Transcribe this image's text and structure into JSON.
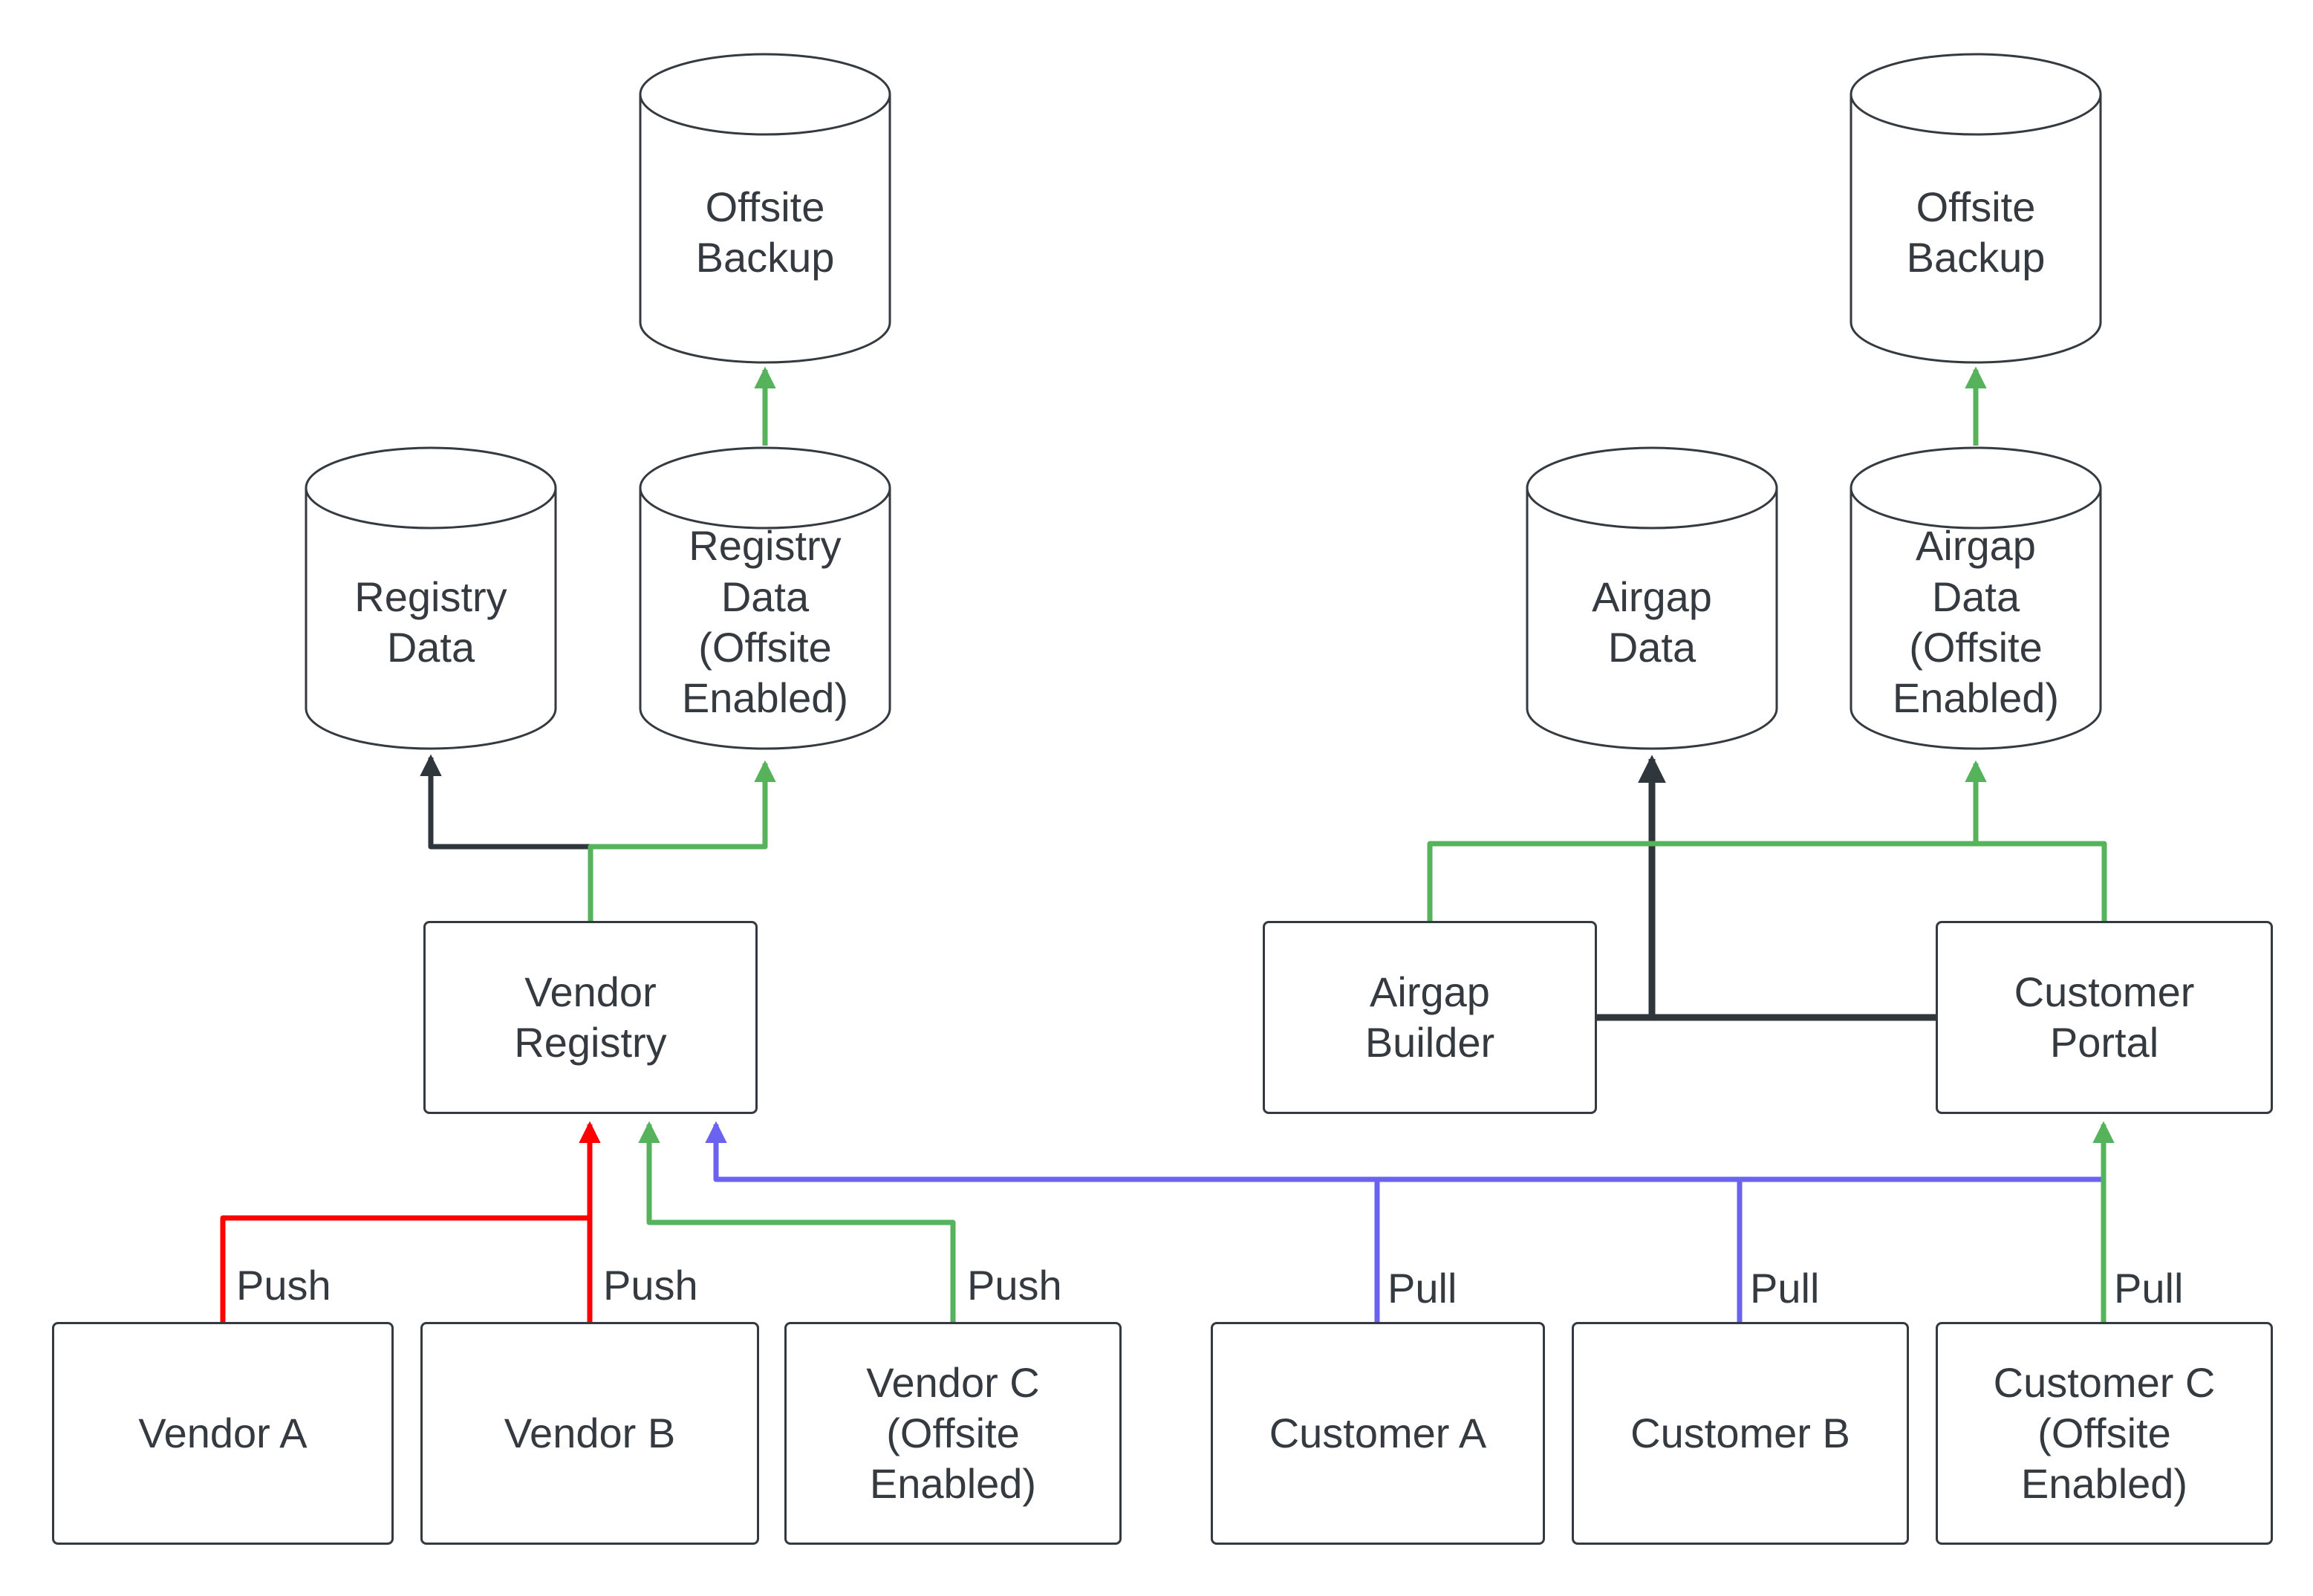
{
  "colors": {
    "stroke_dark": "#2f363c",
    "node_border": "#343a40",
    "text": "#343a40",
    "push_red": "#ff0000",
    "offsite_green": "#56b35c",
    "pull_blue": "#6a63f0",
    "background": "#ffffff"
  },
  "nodes": {
    "offsite_backup_left": {
      "label": "Offsite\nBackup"
    },
    "registry_data": {
      "label": "Registry\nData"
    },
    "registry_data_offsite": {
      "label": "Registry\nData\n(Offsite\nEnabled)"
    },
    "vendor_registry": {
      "label": "Vendor\nRegistry"
    },
    "vendor_a": {
      "label": "Vendor A"
    },
    "vendor_b": {
      "label": "Vendor B"
    },
    "vendor_c": {
      "label": "Vendor C\n(Offsite\nEnabled)"
    },
    "offsite_backup_right": {
      "label": "Offsite\nBackup"
    },
    "airgap_data": {
      "label": "Airgap\nData"
    },
    "airgap_data_offsite": {
      "label": "Airgap\nData\n(Offsite\nEnabled)"
    },
    "airgap_builder": {
      "label": "Airgap\nBuilder"
    },
    "customer_portal": {
      "label": "Customer\nPortal"
    },
    "customer_a": {
      "label": "Customer A"
    },
    "customer_b": {
      "label": "Customer B"
    },
    "customer_c": {
      "label": "Customer C\n(Offsite\nEnabled)"
    }
  },
  "edge_labels": {
    "push_vendor_a": "Push",
    "push_vendor_b": "Push",
    "push_vendor_c": "Push",
    "pull_customer_a": "Pull",
    "pull_customer_b": "Pull",
    "pull_customer_c": "Pull"
  }
}
